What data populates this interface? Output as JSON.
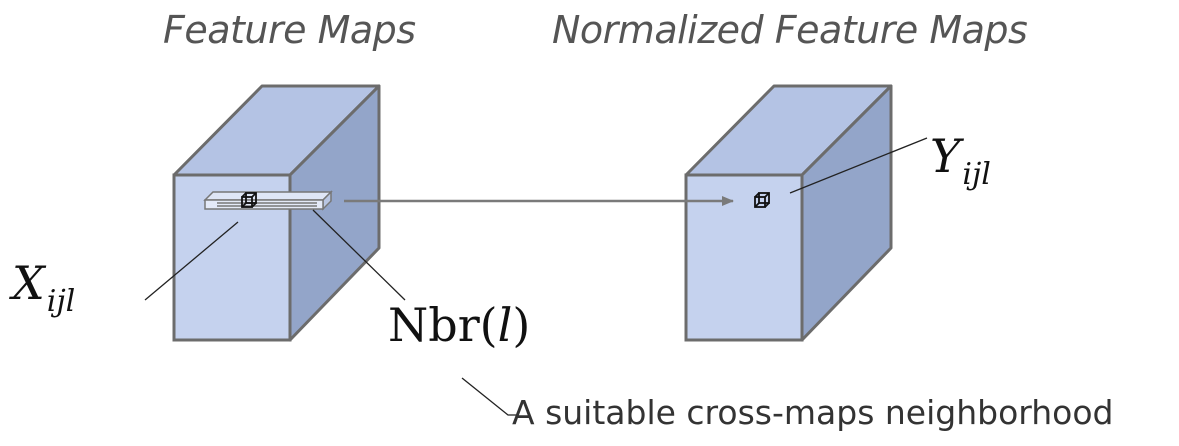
{
  "titles": {
    "left": "Feature Maps",
    "right": "Normalized Feature Maps"
  },
  "labels": {
    "x_main": "X",
    "x_sub": "ijl",
    "y_main": "Y",
    "y_sub": "ijl",
    "nbr_prefix": "Nbr(",
    "nbr_var": "l",
    "nbr_suffix": ")"
  },
  "caption": "A suitable cross-maps neighborhood",
  "colors": {
    "front_face": "#c5d2ee",
    "top_face": "#b4c3e4",
    "side_face": "#93a5c9",
    "edge": "#6c6c6c",
    "arrow": "#7a7a7a"
  },
  "icons": [
    "small-cube-icon"
  ]
}
